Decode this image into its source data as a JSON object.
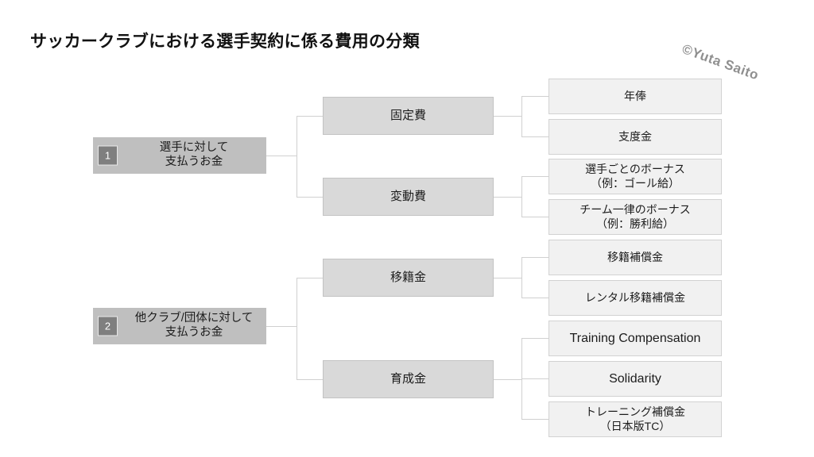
{
  "page": {
    "title": "サッカークラブにおける選手契約に係る費用の分類",
    "copyright": "©Yuta Saito",
    "background_color": "#ffffff"
  },
  "colors": {
    "level1_fill": "#bfbfbf",
    "level2_fill": "#d9d9d9",
    "level3_fill": "#f1f1f1",
    "badge_fill": "#7f7f7f",
    "badge_text": "#ffffff",
    "connector_line": "#d0d0d0",
    "title_text": "#121212",
    "copyright_text": "#8f8f8f"
  },
  "diagram": {
    "type": "tree",
    "branches": [
      {
        "number": "1",
        "label_line1": "選手に対して",
        "label_line2": "支払うお金",
        "children": [
          {
            "label": "固定費",
            "leaves": [
              {
                "line1": "年俸",
                "line2": ""
              },
              {
                "line1": "支度金",
                "line2": ""
              }
            ]
          },
          {
            "label": "変動費",
            "leaves": [
              {
                "line1": "選手ごとのボーナス",
                "line2": "（例：ゴール給）"
              },
              {
                "line1": "チーム一律のボーナス",
                "line2": "（例：勝利給）"
              }
            ]
          }
        ]
      },
      {
        "number": "2",
        "label_line1": "他クラブ/団体に対して",
        "label_line2": "支払うお金",
        "children": [
          {
            "label": "移籍金",
            "leaves": [
              {
                "line1": "移籍補償金",
                "line2": ""
              },
              {
                "line1": "レンタル移籍補償金",
                "line2": ""
              }
            ]
          },
          {
            "label": "育成金",
            "leaves": [
              {
                "line1": "Training Compensation",
                "line2": ""
              },
              {
                "line1": "Solidarity",
                "line2": ""
              },
              {
                "line1": "トレーニング補償金",
                "line2": "（日本版TC）"
              }
            ]
          }
        ]
      }
    ]
  }
}
